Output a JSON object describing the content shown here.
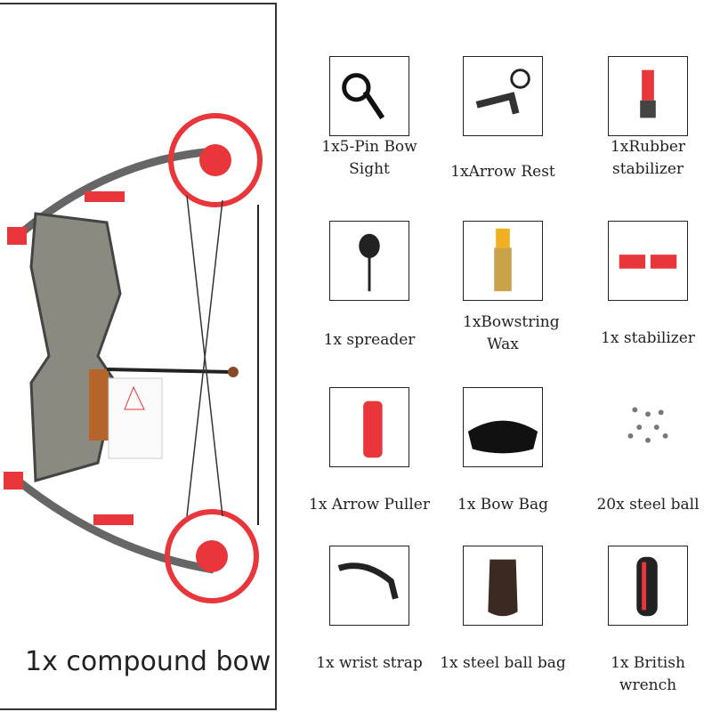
{
  "main": {
    "label": "1x compound bow"
  },
  "items": [
    {
      "label": "1x5-Pin Bow Sight",
      "icon": "bow-sight"
    },
    {
      "label": "1xArrow Rest",
      "icon": "arrow-rest"
    },
    {
      "label": "1xRubber stabilizer",
      "icon": "rubber-stabilizer"
    },
    {
      "label": "1x spreader",
      "icon": "spreader"
    },
    {
      "label": "1xBowstring Wax",
      "icon": "bowstring-wax"
    },
    {
      "label": "1x stabilizer",
      "icon": "stabilizer"
    },
    {
      "label": "1x Arrow Puller",
      "icon": "arrow-puller"
    },
    {
      "label": "1x Bow Bag",
      "icon": "bow-bag"
    },
    {
      "label": "20x steel ball",
      "icon": "steel-balls"
    },
    {
      "label": "1x wrist strap",
      "icon": "wrist-strap"
    },
    {
      "label": "1x steel ball bag",
      "icon": "steel-ball-bag"
    },
    {
      "label": "1x British wrench",
      "icon": "wrench"
    }
  ],
  "colors": {
    "accent": "#e8363a",
    "frame": "#333333"
  }
}
